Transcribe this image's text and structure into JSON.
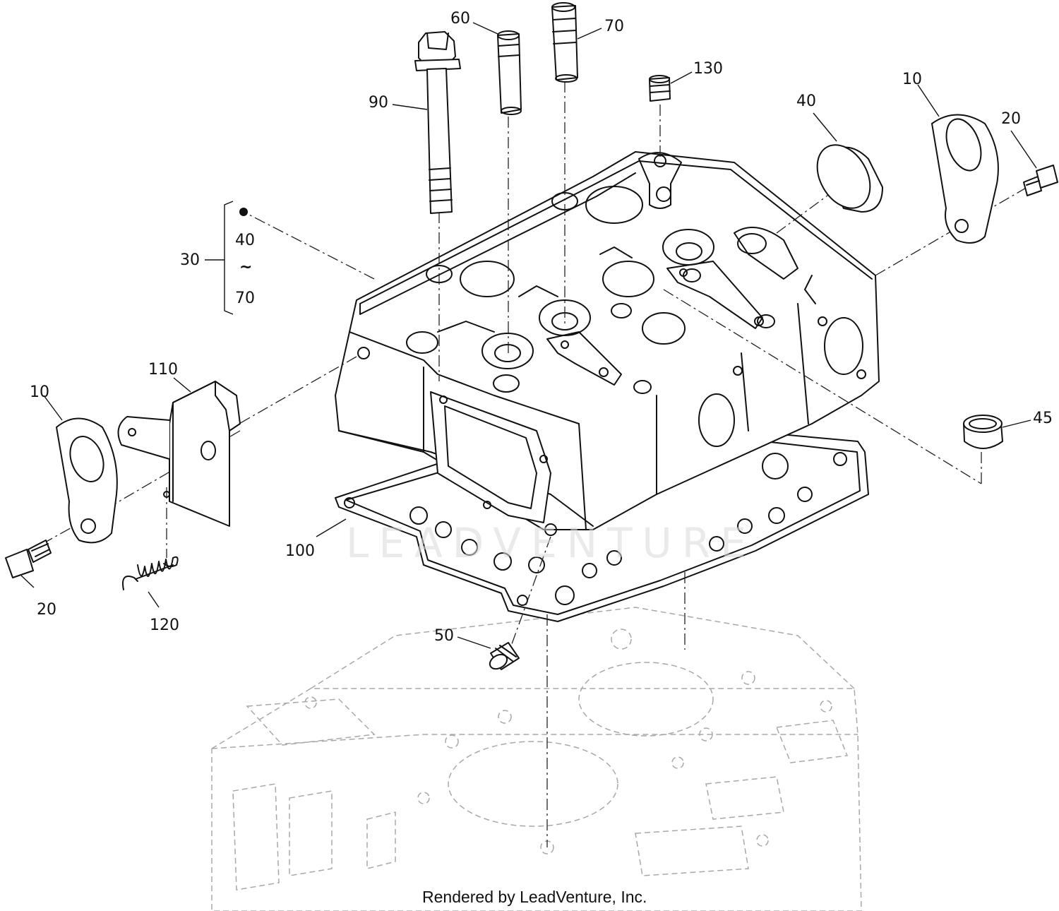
{
  "callouts": {
    "c90": "90",
    "c60": "60",
    "c70_top": "70",
    "c130": "130",
    "c40_right": "40",
    "c10_right": "10",
    "c20_right": "20",
    "c30": "30",
    "c40_group": "40",
    "c_tilde": "~",
    "c70_group": "70",
    "c110": "110",
    "c10_left": "10",
    "c20_left": "20",
    "c120": "120",
    "c100": "100",
    "c45": "45",
    "c50": "50"
  },
  "watermark": "LEADVENTURE",
  "footer": "Rendered by LeadVenture, Inc."
}
